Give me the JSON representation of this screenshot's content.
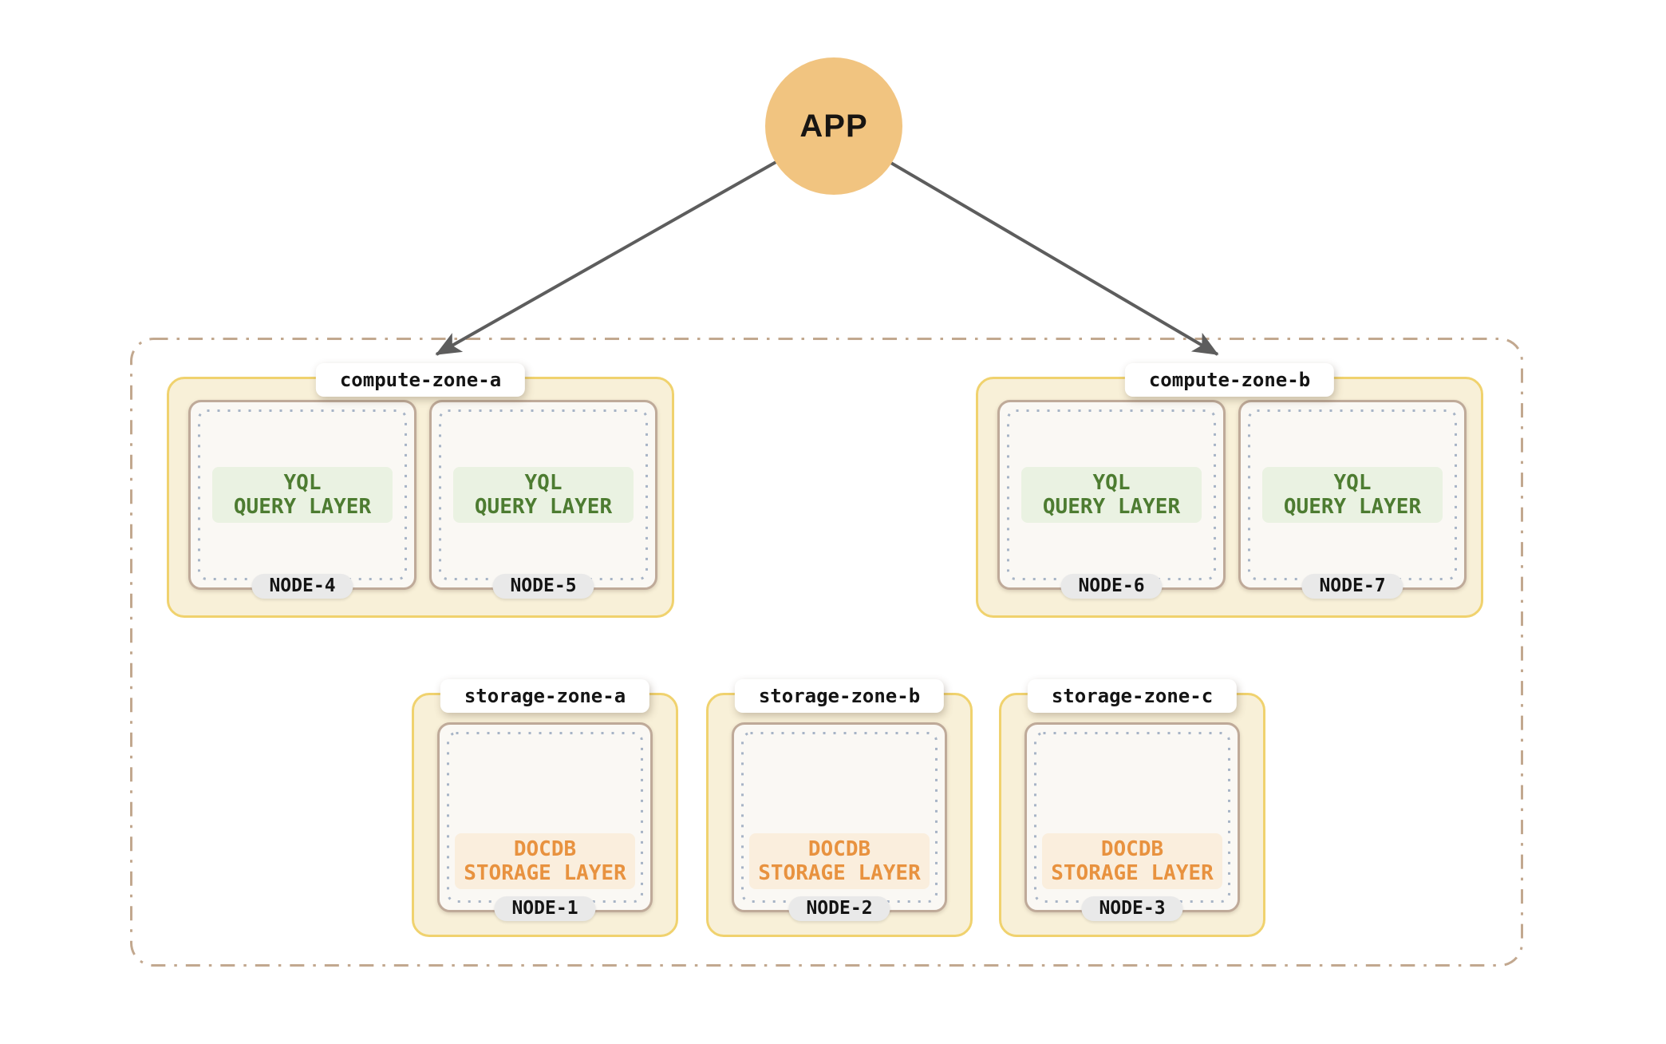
{
  "app": {
    "label": "APP"
  },
  "compute_zones": [
    {
      "label": "compute-zone-a",
      "nodes": [
        {
          "name": "NODE-4",
          "layer_line1": "YQL",
          "layer_line2": "QUERY LAYER"
        },
        {
          "name": "NODE-5",
          "layer_line1": "YQL",
          "layer_line2": "QUERY LAYER"
        }
      ]
    },
    {
      "label": "compute-zone-b",
      "nodes": [
        {
          "name": "NODE-6",
          "layer_line1": "YQL",
          "layer_line2": "QUERY LAYER"
        },
        {
          "name": "NODE-7",
          "layer_line1": "YQL",
          "layer_line2": "QUERY LAYER"
        }
      ]
    }
  ],
  "storage_zones": [
    {
      "label": "storage-zone-a",
      "nodes": [
        {
          "name": "NODE-1",
          "layer_line1": "DOCDB",
          "layer_line2": "STORAGE LAYER"
        }
      ]
    },
    {
      "label": "storage-zone-b",
      "nodes": [
        {
          "name": "NODE-2",
          "layer_line1": "DOCDB",
          "layer_line2": "STORAGE LAYER"
        }
      ]
    },
    {
      "label": "storage-zone-c",
      "nodes": [
        {
          "name": "NODE-3",
          "layer_line1": "DOCDB",
          "layer_line2": "STORAGE LAYER"
        }
      ]
    }
  ],
  "colors": {
    "canvas_bg": "#FFFFFF",
    "app_circle": "#F1C480",
    "app_text": "#181512",
    "arrow": "#5D5D5D",
    "outer_border": "#C2A88F",
    "zone_fill": "#F8F0D8",
    "zone_border": "#F0D26E",
    "zone_label_bg": "#FFFFFF",
    "zone_label_text": "#141414",
    "node_fill": "#FAF8F4",
    "node_border": "#BFAA99",
    "dotted_border": "#A7B4C6",
    "yql_text": "#4D7C31",
    "yql_bg": "#EAF2E2",
    "docdb_text": "#E8923F",
    "docdb_bg": "#FAEEDD",
    "node_pill_bg": "#E9E9E9",
    "node_pill_text": "#141414"
  }
}
